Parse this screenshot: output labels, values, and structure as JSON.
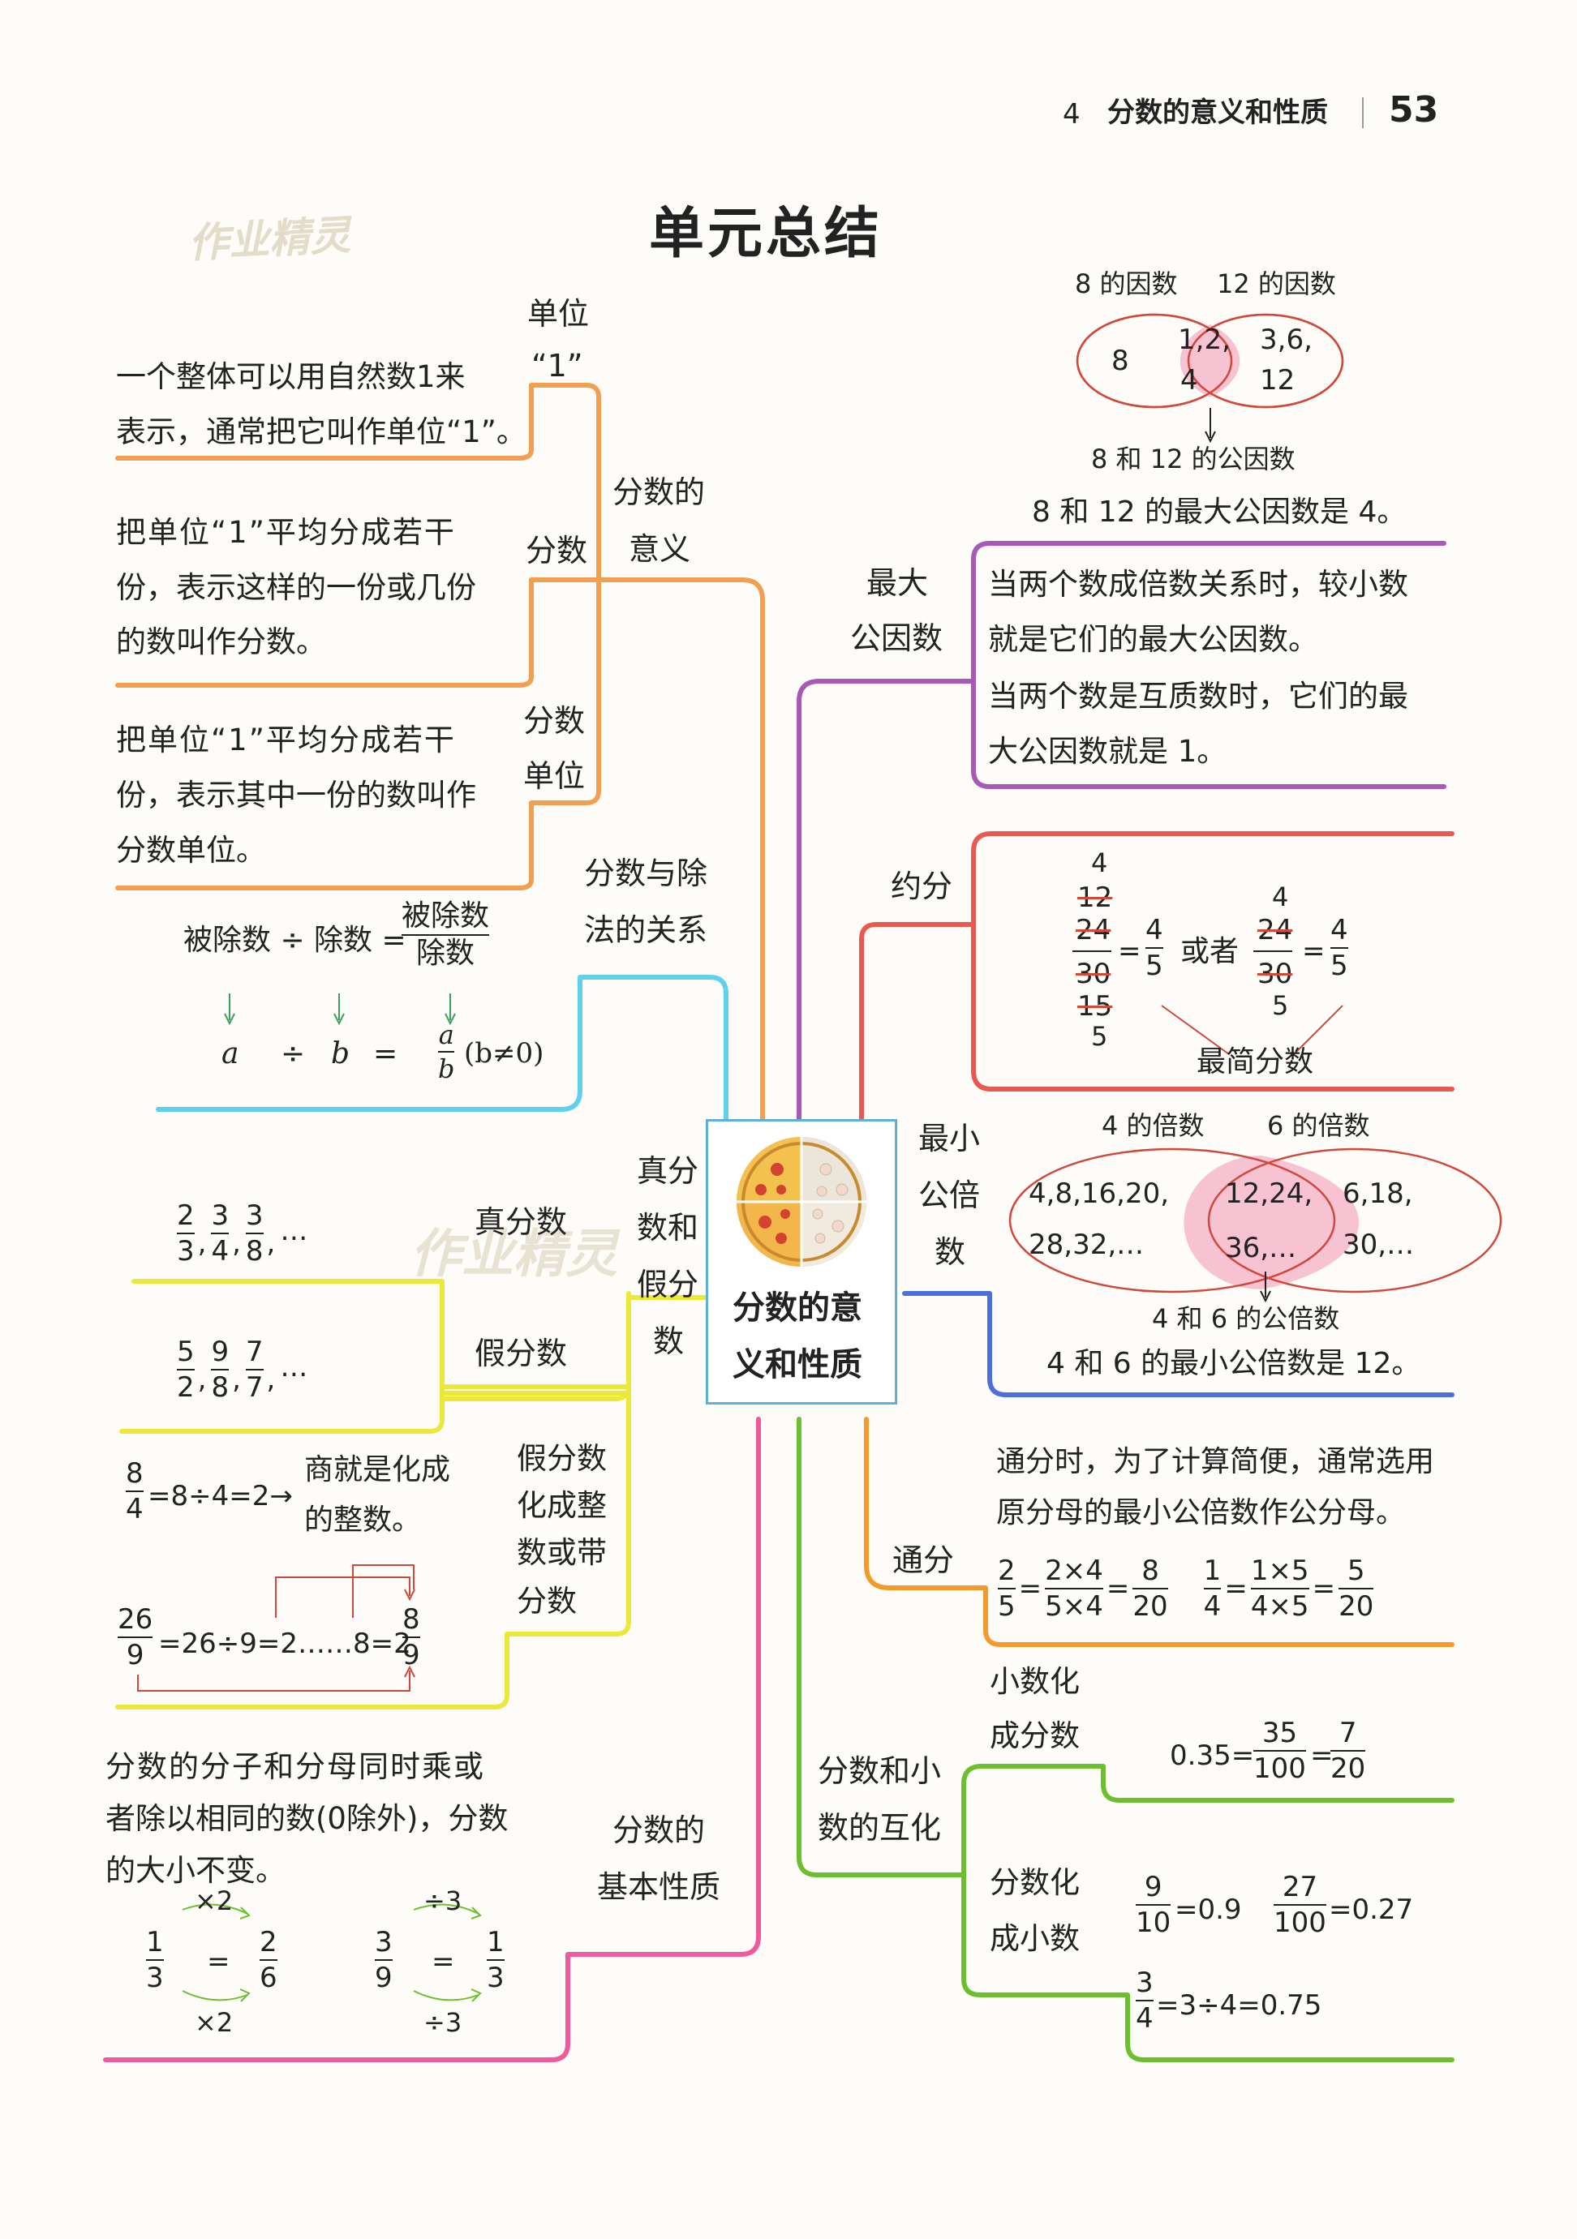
{
  "header": {
    "chapter_no": "4",
    "chapter_title": "分数的意义和性质",
    "page_number": "53"
  },
  "title": "单元总结",
  "watermark": "作业精灵",
  "center": {
    "line1": "分数的意",
    "line2": "义和性质"
  },
  "colors": {
    "orange": "#f0a050",
    "purple": "#a858b8",
    "red": "#e85a50",
    "blue": "#4f6fd8",
    "orange2": "#f39a2b",
    "green": "#6cbf2f",
    "cyan": "#5fd0ef",
    "yellow": "#ece83a",
    "pink": "#f05a9a",
    "pink_fill": "#f7c2d2",
    "ellipse": "#d0483a"
  },
  "meaning": {
    "branch_line1": "分数的",
    "branch_line2": "意义",
    "unit_title1": "单位",
    "unit_title2": "“1”",
    "unit_text1": "一个整体可以用自然数1来",
    "unit_text2": "表示，通常把它叫作单位“1”。",
    "fraction_title": "分数",
    "fraction_text1": "把单位“1”平均分成若干",
    "fraction_text2": "份，表示这样的一份或几份",
    "fraction_text3": "的数叫作分数。",
    "fu_title1": "分数",
    "fu_title2": "单位",
    "fu_text1": "把单位“1”平均分成若干",
    "fu_text2": "份，表示其中一份的数叫作",
    "fu_text3": "分数单位。"
  },
  "division": {
    "branch_line1": "分数与除",
    "branch_line2": "法的关系",
    "lhs": "被除数 ÷ 除数 =",
    "num": "被除数",
    "den": "除数",
    "a": "a",
    "div": "÷",
    "b": "b",
    "eq": "=",
    "fa": "a",
    "fb": "b",
    "cond": "(b≠0)"
  },
  "proper": {
    "branch_line1": "真分",
    "branch_line2": "数和",
    "branch_line3": "假分",
    "branch_line4": "数",
    "proper_label": "真分数",
    "improper_label": "假分数",
    "proper_examples": [
      {
        "n": "2",
        "d": "3"
      },
      {
        "n": "3",
        "d": "4"
      },
      {
        "n": "3",
        "d": "8"
      }
    ],
    "improper_examples": [
      {
        "n": "5",
        "d": "2"
      },
      {
        "n": "9",
        "d": "8"
      },
      {
        "n": "7",
        "d": "7"
      }
    ],
    "sep": ",",
    "ellipsis": "…",
    "convert_label1": "假分数",
    "convert_label2": "化成整",
    "convert_label3": "数或带",
    "convert_label4": "分数",
    "ex1_num": "8",
    "ex1_den": "4",
    "ex1_rest": "=8÷4=2→",
    "ex1_note1": "商就是化成",
    "ex1_note2": "的整数。",
    "ex2_num": "26",
    "ex2_den": "9",
    "ex2_rest": "=26÷9=2……8=2",
    "ex2_fn": "8",
    "ex2_fd": "9"
  },
  "basic": {
    "branch_line1": "分数的",
    "branch_line2": "基本性质",
    "text1": "分数的分子和分母同时乘或",
    "text2": "者除以相同的数(0除外)，分数",
    "text3": "的大小不变。",
    "ex1": {
      "ln": "1",
      "ld": "3",
      "eq": "=",
      "rn": "2",
      "rd": "6",
      "op_top": "×2",
      "op_bot": "×2"
    },
    "ex2": {
      "ln": "3",
      "ld": "9",
      "eq": "=",
      "rn": "1",
      "rd": "3",
      "op_top": "÷3",
      "op_bot": "÷3"
    }
  },
  "gcf": {
    "branch_line1": "最大",
    "branch_line2": "公因数",
    "venn_left_label": "8 的因数",
    "venn_right_label": "12 的因数",
    "left_only": "8",
    "common1": "1,2,",
    "common2": "4",
    "right1": "3,6,",
    "right2": "12",
    "common_label": "8 和 12 的公因数",
    "gcf_line": "8 和 12 的最大公因数是 4。",
    "rule1": "当两个数成倍数关系时，较小数",
    "rule2": "就是它们的最大公因数。",
    "rule3": "当两个数是互质数时，它们的最",
    "rule4": "大公因数就是 1。"
  },
  "reduce": {
    "branch": "约分",
    "ex1": {
      "top": "4",
      "n1": "12",
      "n2": "24",
      "d2": "30",
      "d1": "15",
      "bot": "5",
      "eq": "=",
      "rn": "4",
      "rd": "5"
    },
    "or": "或者",
    "ex2": {
      "top": "4",
      "n": "24",
      "d": "30",
      "bot": "5",
      "eq": "=",
      "rn": "4",
      "rd": "5"
    },
    "simplest": "最简分数"
  },
  "lcm": {
    "branch_line1": "最小",
    "branch_line2": "公倍",
    "branch_line3": "数",
    "venn_left_label": "4 的倍数",
    "venn_right_label": "6 的倍数",
    "left1": "4,8,16,20,",
    "left2": "28,32,…",
    "common1": "12,24,",
    "common2": "36,…",
    "right1": "6,18,",
    "right2": "30,…",
    "common_label": "4 和 6 的公倍数",
    "lcm_line": "4 和 6 的最小公倍数是 12。"
  },
  "common_den": {
    "branch": "通分",
    "text1": "通分时，为了计算简便，通常选用",
    "text2": "原分母的最小公倍数作公分母。",
    "ex1": {
      "a_n": "2",
      "a_d": "5",
      "b_n": "2×4",
      "b_d": "5×4",
      "c_n": "8",
      "c_d": "20"
    },
    "ex2": {
      "a_n": "1",
      "a_d": "4",
      "b_n": "1×5",
      "b_d": "4×5",
      "c_n": "5",
      "c_d": "20"
    },
    "eq": "="
  },
  "convert": {
    "branch_line1": "分数和小",
    "branch_line2": "数的互化",
    "d2f_line1": "小数化",
    "d2f_line2": "成分数",
    "d2f_prefix": "0.35=",
    "d2f_f1n": "35",
    "d2f_f1d": "100",
    "d2f_eq": "=",
    "d2f_f2n": "7",
    "d2f_f2d": "20",
    "f2d_line1": "分数化",
    "f2d_line2": "成小数",
    "f2d_ex1n": "9",
    "f2d_ex1d": "10",
    "f2d_ex1r": "=0.9",
    "f2d_ex2n": "27",
    "f2d_ex2d": "100",
    "f2d_ex2r": "=0.27",
    "f2d_ex3n": "3",
    "f2d_ex3d": "4",
    "f2d_ex3r": "=3÷4=0.75"
  }
}
